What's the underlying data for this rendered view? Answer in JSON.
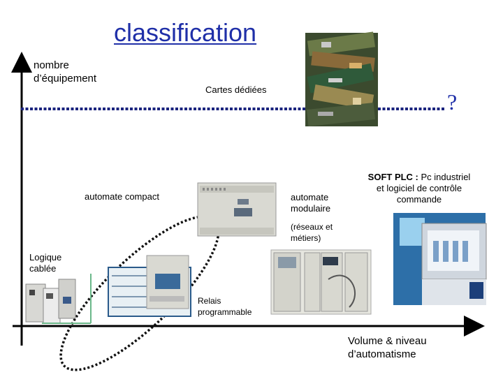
{
  "title": "classification",
  "axes": {
    "y_label": "nombre d’équipement",
    "x_label_line1": "Volume & niveau",
    "x_label_line2": "d’automatisme"
  },
  "labels": {
    "cartes": "Cartes dédiées",
    "question": "?",
    "compact": "automate compact",
    "modulaire_1": "automate",
    "modulaire_2": "modulaire",
    "reseaux_1": "(réseaux et",
    "reseaux_2": "métiers)",
    "soft_plc_bold": "SOFT PLC :",
    "soft_plc_rest": " Pc industriel",
    "soft_plc_2": "et logiciel de contrôle",
    "soft_plc_3": "commande",
    "logique_1": "Logique",
    "logique_2": "cablée",
    "relais_1": "Relais",
    "relais_2": "programmable"
  },
  "colors": {
    "title": "#1f2fa8",
    "dotted_line": "#1a237e",
    "axis": "#000000",
    "ellipse": "#111111"
  }
}
